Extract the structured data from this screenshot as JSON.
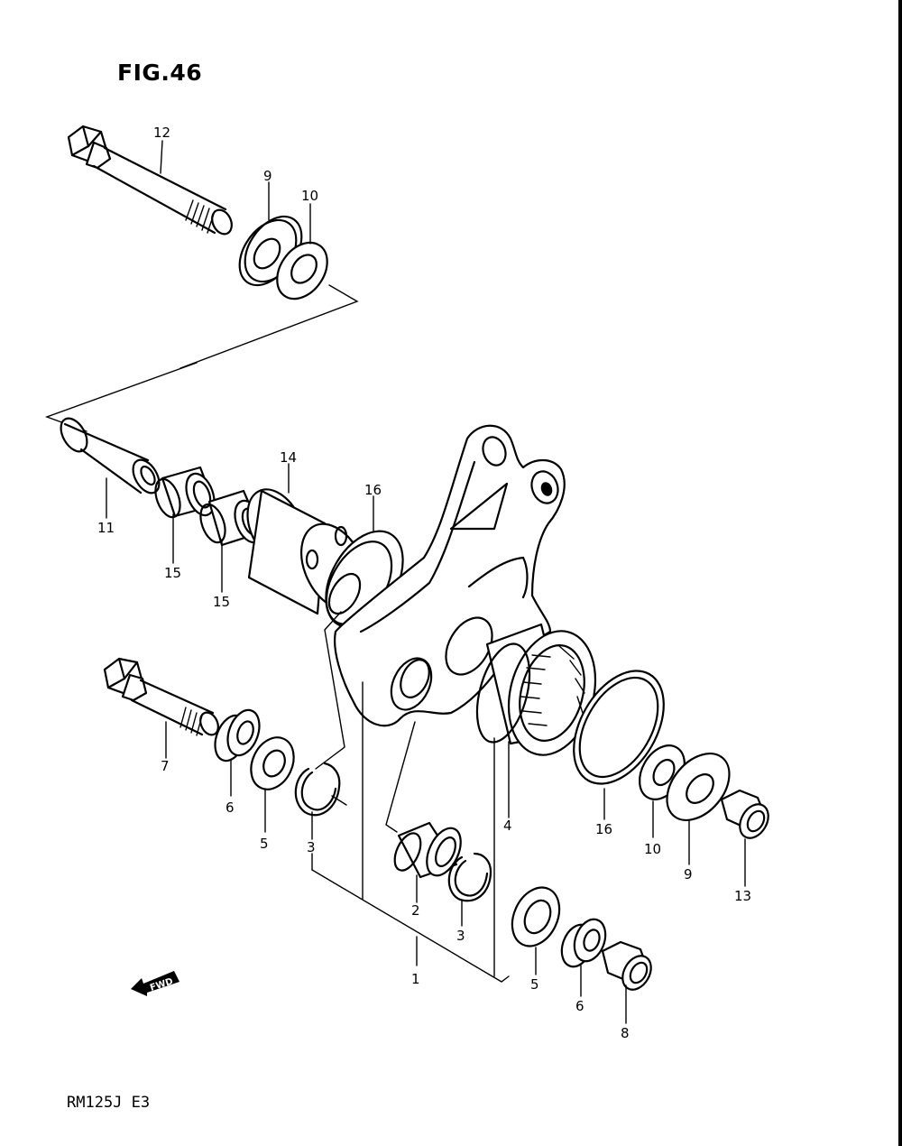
{
  "figure": {
    "title": "FIG.46",
    "model_code": "RM125J E3",
    "fwd_label": "FWD"
  },
  "callouts": [
    {
      "id": "c12",
      "label": "12"
    },
    {
      "id": "c9a",
      "label": "9"
    },
    {
      "id": "c10a",
      "label": "10"
    },
    {
      "id": "c14",
      "label": "14"
    },
    {
      "id": "c16a",
      "label": "16"
    },
    {
      "id": "c11",
      "label": "11"
    },
    {
      "id": "c15a",
      "label": "15"
    },
    {
      "id": "c15b",
      "label": "15"
    },
    {
      "id": "c7",
      "label": "7"
    },
    {
      "id": "c6a",
      "label": "6"
    },
    {
      "id": "c5a",
      "label": "5"
    },
    {
      "id": "c3a",
      "label": "3"
    },
    {
      "id": "c4",
      "label": "4"
    },
    {
      "id": "c16b",
      "label": "16"
    },
    {
      "id": "c10b",
      "label": "10"
    },
    {
      "id": "c9b",
      "label": "9"
    },
    {
      "id": "c13",
      "label": "13"
    },
    {
      "id": "c2",
      "label": "2"
    },
    {
      "id": "c3b",
      "label": "3"
    },
    {
      "id": "c1",
      "label": "1"
    },
    {
      "id": "c5b",
      "label": "5"
    },
    {
      "id": "c6b",
      "label": "6"
    },
    {
      "id": "c8",
      "label": "8"
    }
  ],
  "colors": {
    "ink": "#000000",
    "paper": "#ffffff"
  }
}
